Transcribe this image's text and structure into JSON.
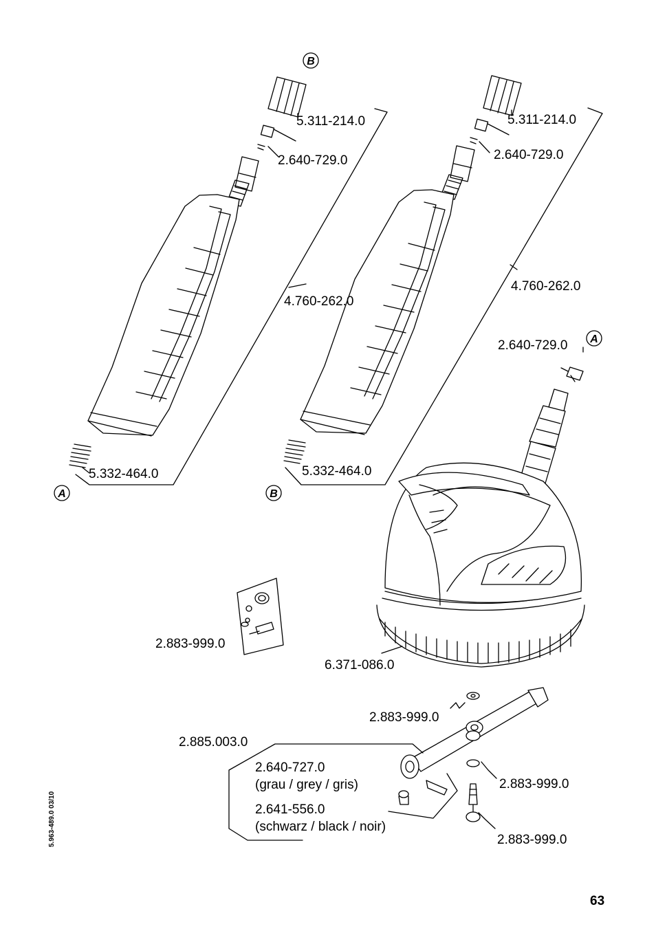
{
  "labels": {
    "l1": "5.311-214.0",
    "l2": "2.640-729.0",
    "l3": "4.760-262.0",
    "l4": "5.332-464.0",
    "r1": "5.311-214.0",
    "r2": "2.640-729.0",
    "r3": "4.760-262.0",
    "r4": "5.332-464.0",
    "r5": "2.640-729.0",
    "kit1": "2.883-999.0",
    "surface_cleaner": "6.371-086.0",
    "arm1": "2.883-999.0",
    "arm_assembly": "2.885.003.0",
    "nozzle_grey": "2.640-727.0",
    "nozzle_grey_desc": "(grau / grey / gris)",
    "nozzle_black": "2.641-556.0",
    "nozzle_black_desc": "(schwarz / black / noir)",
    "arm2": "2.883-999.0",
    "arm3": "2.883-999.0"
  },
  "markers": {
    "a": "A",
    "b": "B"
  },
  "page": {
    "number": "63",
    "doc_code": "5.963-489.0  03/10"
  }
}
